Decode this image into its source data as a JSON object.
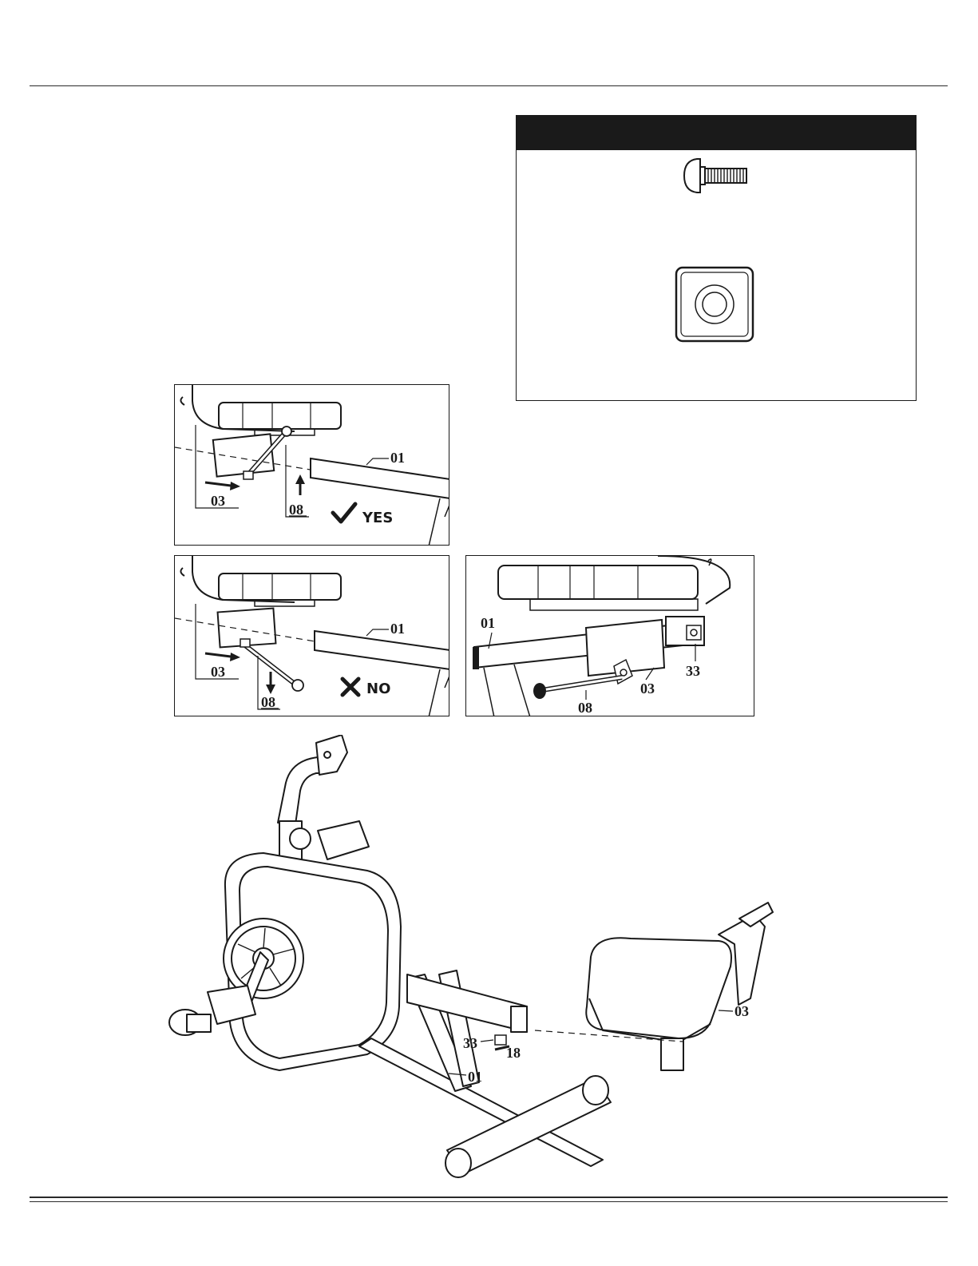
{
  "panels": {
    "yes": {
      "part_01": "01",
      "part_03": "03",
      "part_08": "08",
      "verdict": "YES"
    },
    "no": {
      "part_01": "01",
      "part_03": "03",
      "part_08": "08",
      "verdict": "NO"
    },
    "detail": {
      "part_01": "01",
      "part_03": "03",
      "part_08": "08",
      "part_33": "33"
    }
  },
  "main": {
    "part_01": "01",
    "part_03": "03",
    "part_18": "18",
    "part_33": "33"
  },
  "icons": {
    "yes": "checkmark-icon",
    "no": "cross-icon"
  }
}
